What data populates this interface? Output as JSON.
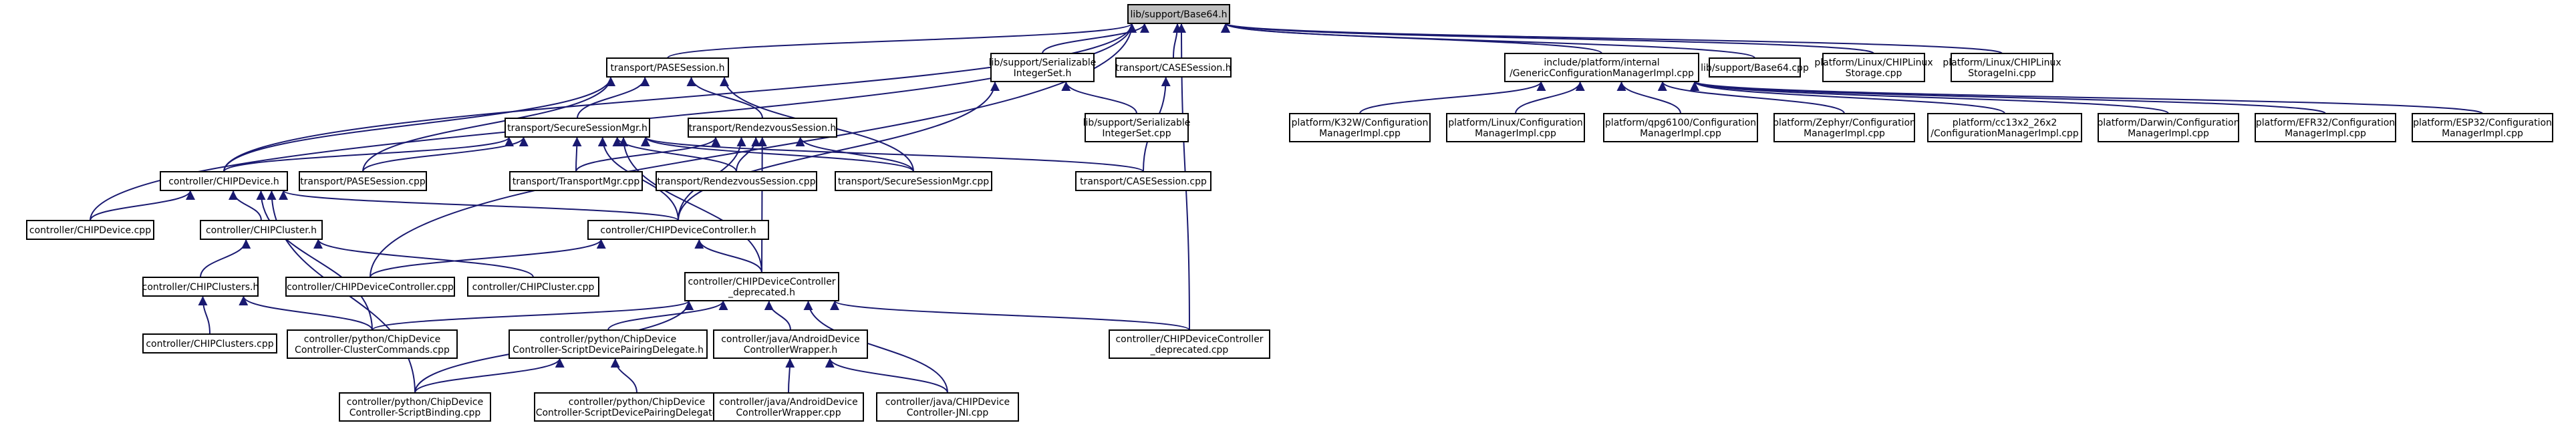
{
  "graph": {
    "edge_color": "#191970",
    "root_fill": "#bfbfbf",
    "nodes": [
      {
        "id": "n0",
        "lines": [
          "lib/support/Base64.h"
        ],
        "root": true
      },
      {
        "id": "n1",
        "lines": [
          "transport/PASESession.h"
        ]
      },
      {
        "id": "n2",
        "lines": [
          "lib/support/Serializable",
          "IntegerSet.h"
        ]
      },
      {
        "id": "n3",
        "lines": [
          "transport/CASESession.h"
        ]
      },
      {
        "id": "n4",
        "lines": [
          "include/platform/internal",
          "/GenericConfigurationManagerImpl.cpp"
        ]
      },
      {
        "id": "n5",
        "lines": [
          "lib/support/Base64.cpp"
        ]
      },
      {
        "id": "n6",
        "lines": [
          "platform/Linux/CHIPLinux",
          "Storage.cpp"
        ]
      },
      {
        "id": "n7",
        "lines": [
          "platform/Linux/CHIPLinux",
          "StorageIni.cpp"
        ]
      },
      {
        "id": "n8",
        "lines": [
          "transport/SecureSessionMgr.h"
        ]
      },
      {
        "id": "n9",
        "lines": [
          "transport/RendezvousSession.h"
        ]
      },
      {
        "id": "n10",
        "lines": [
          "lib/support/Serializable",
          "IntegerSet.cpp"
        ]
      },
      {
        "id": "n11",
        "lines": [
          "platform/K32W/Configuration",
          "ManagerImpl.cpp"
        ]
      },
      {
        "id": "n12",
        "lines": [
          "platform/Linux/Configuration",
          "ManagerImpl.cpp"
        ]
      },
      {
        "id": "n13",
        "lines": [
          "platform/qpg6100/Configuration",
          "ManagerImpl.cpp"
        ]
      },
      {
        "id": "n14",
        "lines": [
          "platform/Zephyr/Configuration",
          "ManagerImpl.cpp"
        ]
      },
      {
        "id": "n15",
        "lines": [
          "platform/cc13x2_26x2",
          "/ConfigurationManagerImpl.cpp"
        ]
      },
      {
        "id": "n16",
        "lines": [
          "platform/Darwin/Configuration",
          "ManagerImpl.cpp"
        ]
      },
      {
        "id": "n17",
        "lines": [
          "platform/EFR32/Configuration",
          "ManagerImpl.cpp"
        ]
      },
      {
        "id": "n18",
        "lines": [
          "platform/ESP32/Configuration",
          "ManagerImpl.cpp"
        ]
      },
      {
        "id": "n19",
        "lines": [
          "controller/CHIPDevice.h"
        ]
      },
      {
        "id": "n20",
        "lines": [
          "transport/PASESession.cpp"
        ]
      },
      {
        "id": "n21",
        "lines": [
          "transport/TransportMgr.cpp"
        ]
      },
      {
        "id": "n22",
        "lines": [
          "transport/RendezvousSession.cpp"
        ]
      },
      {
        "id": "n23",
        "lines": [
          "transport/SecureSessionMgr.cpp"
        ]
      },
      {
        "id": "n24",
        "lines": [
          "transport/CASESession.cpp"
        ]
      },
      {
        "id": "n25",
        "lines": [
          "controller/CHIPDevice.cpp"
        ]
      },
      {
        "id": "n26",
        "lines": [
          "controller/CHIPCluster.h"
        ]
      },
      {
        "id": "n27",
        "lines": [
          "controller/CHIPDeviceController.h"
        ]
      },
      {
        "id": "n28",
        "lines": [
          "controller/CHIPClusters.h"
        ]
      },
      {
        "id": "n29",
        "lines": [
          "controller/CHIPDeviceController.cpp"
        ]
      },
      {
        "id": "n30",
        "lines": [
          "controller/CHIPCluster.cpp"
        ]
      },
      {
        "id": "n31",
        "lines": [
          "controller/CHIPDeviceController",
          "_deprecated.h"
        ]
      },
      {
        "id": "n32",
        "lines": [
          "controller/CHIPClusters.cpp"
        ]
      },
      {
        "id": "n33",
        "lines": [
          "controller/python/ChipDevice",
          "Controller-ClusterCommands.cpp"
        ]
      },
      {
        "id": "n34",
        "lines": [
          "controller/python/ChipDevice",
          "Controller-ScriptDevicePairingDelegate.h"
        ]
      },
      {
        "id": "n35",
        "lines": [
          "controller/java/AndroidDevice",
          "ControllerWrapper.h"
        ]
      },
      {
        "id": "n36",
        "lines": [
          "controller/CHIPDeviceController",
          "_deprecated.cpp"
        ]
      },
      {
        "id": "n37",
        "lines": [
          "controller/python/ChipDevice",
          "Controller-ScriptBinding.cpp"
        ]
      },
      {
        "id": "n38",
        "lines": [
          "controller/python/ChipDevice",
          "Controller-ScriptDevicePairingDelegate.cpp"
        ]
      },
      {
        "id": "n39",
        "lines": [
          "controller/java/AndroidDevice",
          "ControllerWrapper.cpp"
        ]
      },
      {
        "id": "n40",
        "lines": [
          "controller/java/CHIPDevice",
          "Controller-JNI.cpp"
        ]
      }
    ],
    "edges": [
      [
        "n0",
        "n1"
      ],
      [
        "n0",
        "n2"
      ],
      [
        "n0",
        "n3"
      ],
      [
        "n0",
        "n4"
      ],
      [
        "n0",
        "n5"
      ],
      [
        "n0",
        "n6"
      ],
      [
        "n0",
        "n7"
      ],
      [
        "n0",
        "n19"
      ],
      [
        "n0",
        "n25"
      ],
      [
        "n0",
        "n29"
      ],
      [
        "n0",
        "n36"
      ],
      [
        "n1",
        "n8"
      ],
      [
        "n1",
        "n9"
      ],
      [
        "n1",
        "n19"
      ],
      [
        "n1",
        "n20"
      ],
      [
        "n1",
        "n23"
      ],
      [
        "n2",
        "n10"
      ],
      [
        "n2",
        "n27"
      ],
      [
        "n3",
        "n24"
      ],
      [
        "n4",
        "n11"
      ],
      [
        "n4",
        "n12"
      ],
      [
        "n4",
        "n13"
      ],
      [
        "n4",
        "n14"
      ],
      [
        "n4",
        "n15"
      ],
      [
        "n4",
        "n16"
      ],
      [
        "n4",
        "n17"
      ],
      [
        "n4",
        "n18"
      ],
      [
        "n8",
        "n19"
      ],
      [
        "n8",
        "n20"
      ],
      [
        "n8",
        "n21"
      ],
      [
        "n8",
        "n22"
      ],
      [
        "n8",
        "n23"
      ],
      [
        "n8",
        "n24"
      ],
      [
        "n8",
        "n27"
      ],
      [
        "n8",
        "n31"
      ],
      [
        "n9",
        "n21"
      ],
      [
        "n9",
        "n22"
      ],
      [
        "n9",
        "n23"
      ],
      [
        "n9",
        "n27"
      ],
      [
        "n9",
        "n31"
      ],
      [
        "n19",
        "n25"
      ],
      [
        "n19",
        "n26"
      ],
      [
        "n19",
        "n27"
      ],
      [
        "n19",
        "n33"
      ],
      [
        "n19",
        "n37"
      ],
      [
        "n26",
        "n28"
      ],
      [
        "n26",
        "n30"
      ],
      [
        "n27",
        "n29"
      ],
      [
        "n27",
        "n31"
      ],
      [
        "n28",
        "n32"
      ],
      [
        "n28",
        "n33"
      ],
      [
        "n31",
        "n33"
      ],
      [
        "n31",
        "n34"
      ],
      [
        "n31",
        "n35"
      ],
      [
        "n31",
        "n36"
      ],
      [
        "n31",
        "n37"
      ],
      [
        "n31",
        "n40"
      ],
      [
        "n34",
        "n37"
      ],
      [
        "n34",
        "n38"
      ],
      [
        "n35",
        "n39"
      ],
      [
        "n35",
        "n40"
      ]
    ]
  }
}
